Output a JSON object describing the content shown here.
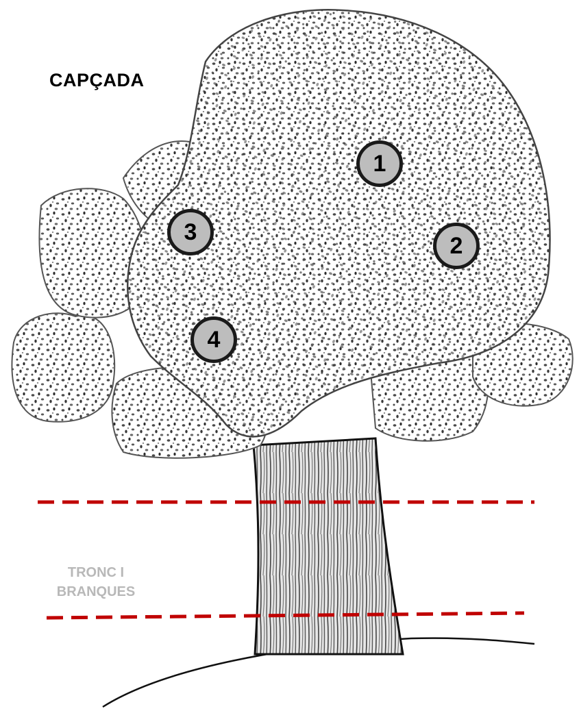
{
  "diagram": {
    "title": "CAPÇADA",
    "trunk_label": "TRONC I BRANQUES",
    "trunk_label_lines": [
      "TRONC I",
      "BRANQUES"
    ],
    "markers": [
      {
        "id": "1",
        "label": "1"
      },
      {
        "id": "2",
        "label": "2"
      },
      {
        "id": "3",
        "label": "3"
      },
      {
        "id": "4",
        "label": "4"
      }
    ],
    "colors": {
      "dashed_line": "#c00000",
      "marker_fill": "#bdbdbd",
      "marker_border": "#1a1a1a",
      "trunk_label": "#b8b8b8"
    }
  }
}
